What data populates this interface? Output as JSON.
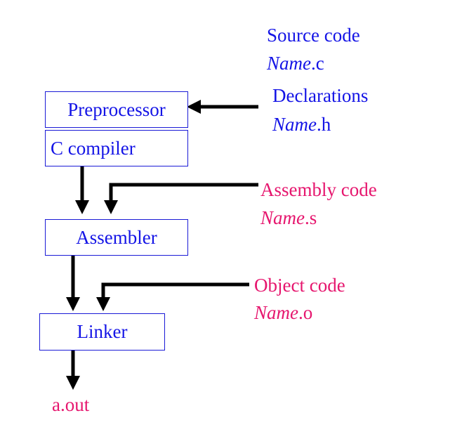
{
  "diagram": {
    "boxes": {
      "preprocessor": "Preprocessor",
      "c_compiler": "C compiler",
      "assembler": "Assembler",
      "linker": "Linker"
    },
    "inputs": {
      "source": {
        "title": "Source code",
        "name_italic": "Name",
        "ext": ".c"
      },
      "declarations": {
        "title": "Declarations",
        "name_italic": "Name",
        "ext": ".h"
      },
      "assembly": {
        "title": "Assembly code",
        "name_italic": "Name",
        "ext": ".s"
      },
      "object": {
        "title": "Object code",
        "name_italic": "Name",
        "ext": ".o"
      }
    },
    "output": "a.out"
  },
  "colors": {
    "blue": "#1414e6",
    "pink": "#e6166e",
    "arrow": "#000000"
  }
}
